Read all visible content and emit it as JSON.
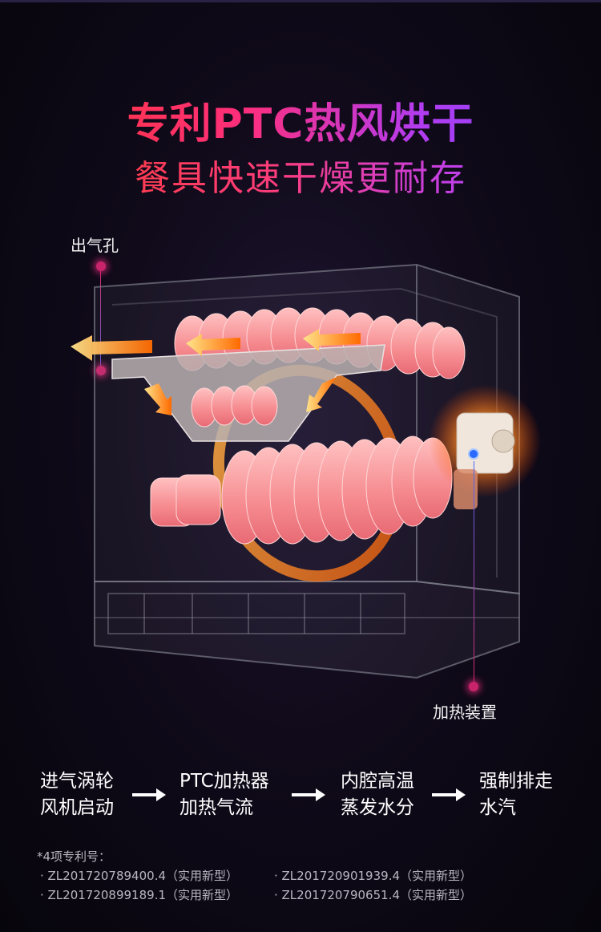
{
  "headline": {
    "title": "专利PTC热风烘干",
    "subtitle": "餐具快速干燥更耐存"
  },
  "callouts": {
    "air_outlet": "出气孔",
    "heating_device": "加热装置"
  },
  "process_steps": [
    {
      "line1": "进气涡轮",
      "line2": "风机启动"
    },
    {
      "line1": "PTC加热器",
      "line2": "加热气流"
    },
    {
      "line1": "内腔高温",
      "line2": "蒸发水分"
    },
    {
      "line1": "强制排走",
      "line2": "水汽"
    }
  ],
  "patents": {
    "title": "*4项专利号：",
    "items": [
      "· ZL201720789400.4（实用新型）",
      "· ZL201720901939.4（实用新型）",
      "· ZL201720899189.1（实用新型）",
      "· ZL201720790651.4（实用新型）"
    ]
  },
  "colors": {
    "title_gradient_start": "#ff3a2c",
    "title_gradient_end": "#7a48ff",
    "dot_accent": "#c8246a",
    "background": "#100a1a",
    "hot_air": "#ff7a1a"
  },
  "icons": {
    "step_arrow": "right-arrow-icon",
    "callout_marker": "glowing-dot-icon"
  }
}
